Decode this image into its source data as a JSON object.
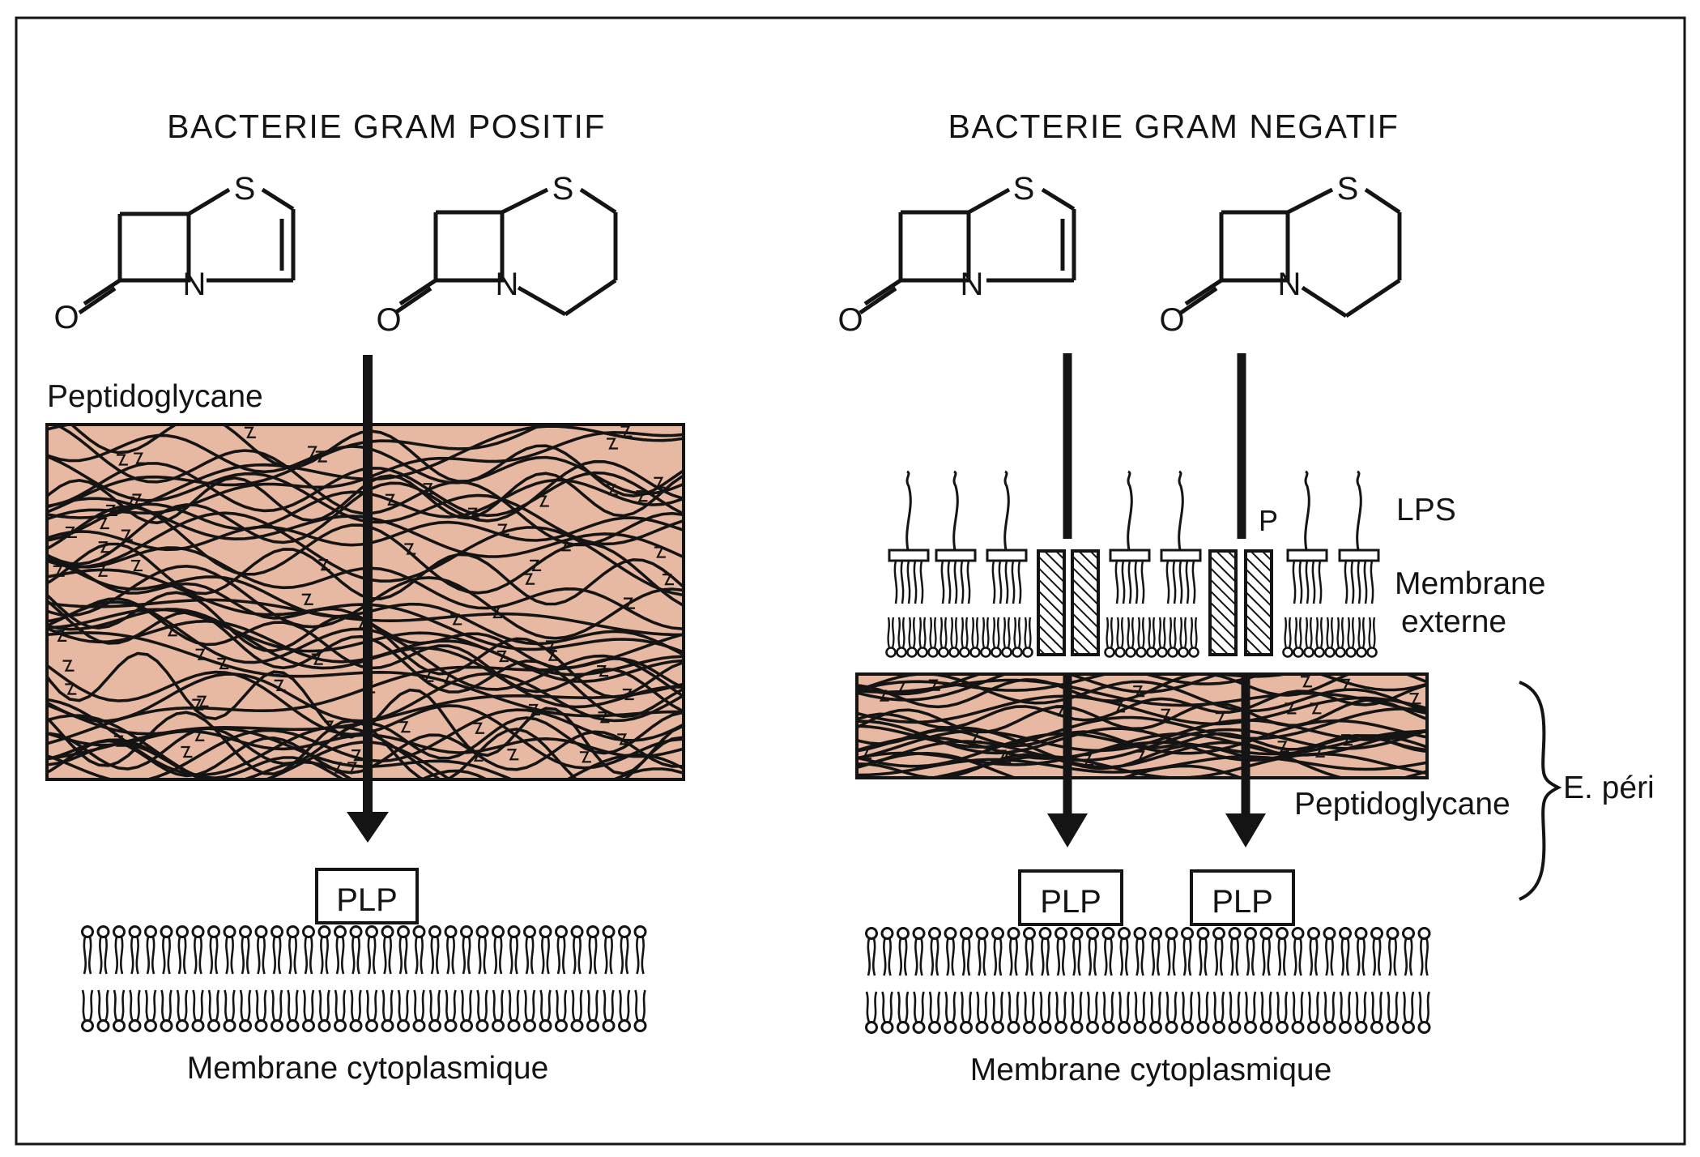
{
  "diagram": {
    "gram_positive": {
      "title": "BACTERIE GRAM POSITIF",
      "molecule_atoms": {
        "sulfur": "S",
        "nitrogen": "N",
        "oxygen": "O"
      },
      "peptidoglycan_label": "Peptidoglycane",
      "plp_label": "PLP",
      "membrane_label": "Membrane cytoplasmique"
    },
    "gram_negative": {
      "title": "BACTERIE GRAM NEGATIF",
      "molecule_atoms": {
        "sulfur": "S",
        "nitrogen": "N",
        "oxygen": "O"
      },
      "lps_label": "LPS",
      "porin_label": "P",
      "outer_membrane_label_line1": "Membrane",
      "outer_membrane_label_line2": "externe",
      "peptidoglycan_label": "Peptidoglycane",
      "periplasm_label": "E. péri",
      "plp_label": "PLP",
      "membrane_label": "Membrane cytoplasmique"
    },
    "colors": {
      "peptidoglycan_fill": "#e8b9a2",
      "ink": "#141414",
      "background": "#ffffff"
    }
  }
}
